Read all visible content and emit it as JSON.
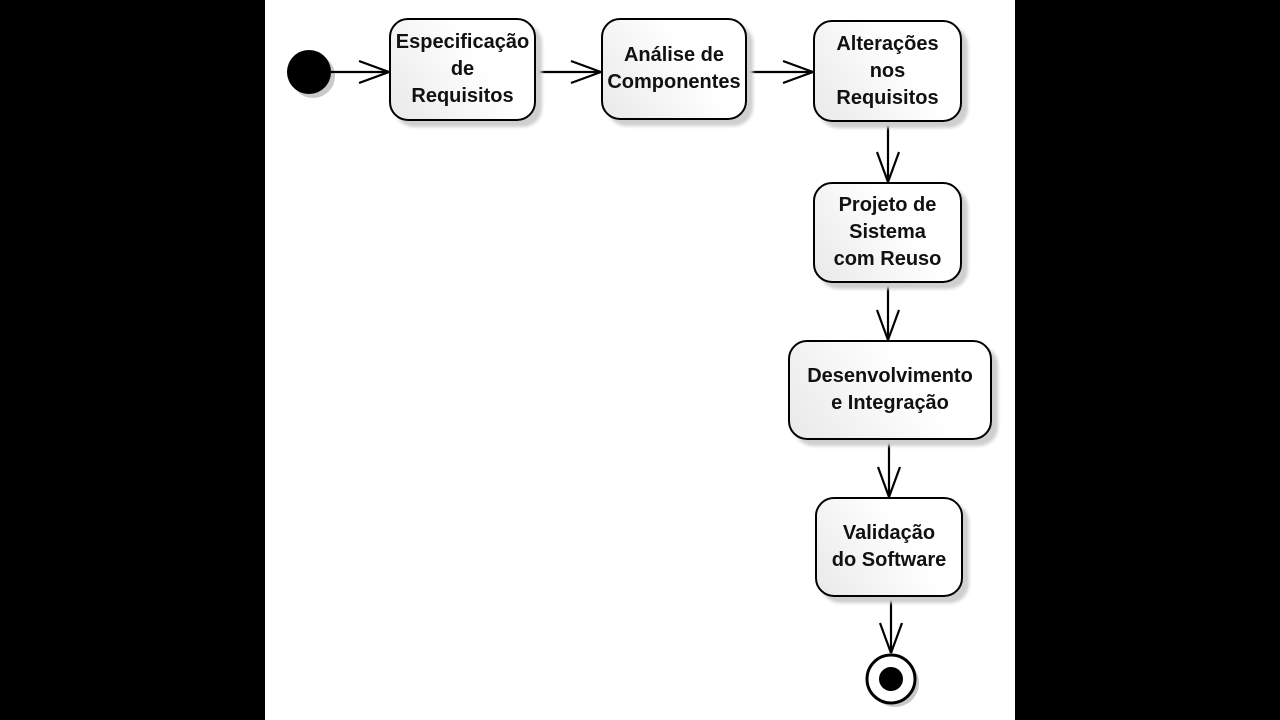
{
  "diagram": {
    "type": "uml-activity-diagram",
    "background_color": "#000000",
    "stage_color": "#ffffff",
    "line_color": "#000000",
    "shadow_color": "#cfcfcf",
    "start_node": "initial-node",
    "end_node": "final-node",
    "activities": [
      {
        "label": "Especificação de Requisitos",
        "lines": [
          "Especificação",
          "de",
          "Requisitos"
        ]
      },
      {
        "label": "Análise de Componentes",
        "lines": [
          "Análise de",
          "Componentes"
        ]
      },
      {
        "label": "Alterações nos Requisitos",
        "lines": [
          "Alterações",
          "nos",
          "Requisitos"
        ]
      },
      {
        "label": "Projeto de Sistema com Reuso",
        "lines": [
          "Projeto de",
          "Sistema",
          "com Reuso"
        ]
      },
      {
        "label": "Desenvolvimento e Integração",
        "lines": [
          "Desenvolvimento",
          "e Integração"
        ]
      },
      {
        "label": "Validação do Software",
        "lines": [
          "Validação",
          "do Software"
        ]
      }
    ],
    "flows": [
      {
        "from": "initial-node",
        "to": "Especificação de Requisitos"
      },
      {
        "from": "Especificação de Requisitos",
        "to": "Análise de Componentes"
      },
      {
        "from": "Análise de Componentes",
        "to": "Alterações nos Requisitos"
      },
      {
        "from": "Alterações nos Requisitos",
        "to": "Projeto de Sistema com Reuso"
      },
      {
        "from": "Projeto de Sistema com Reuso",
        "to": "Desenvolvimento e Integração"
      },
      {
        "from": "Desenvolvimento e Integração",
        "to": "Validação do Software"
      },
      {
        "from": "Validação do Software",
        "to": "final-node"
      }
    ]
  }
}
